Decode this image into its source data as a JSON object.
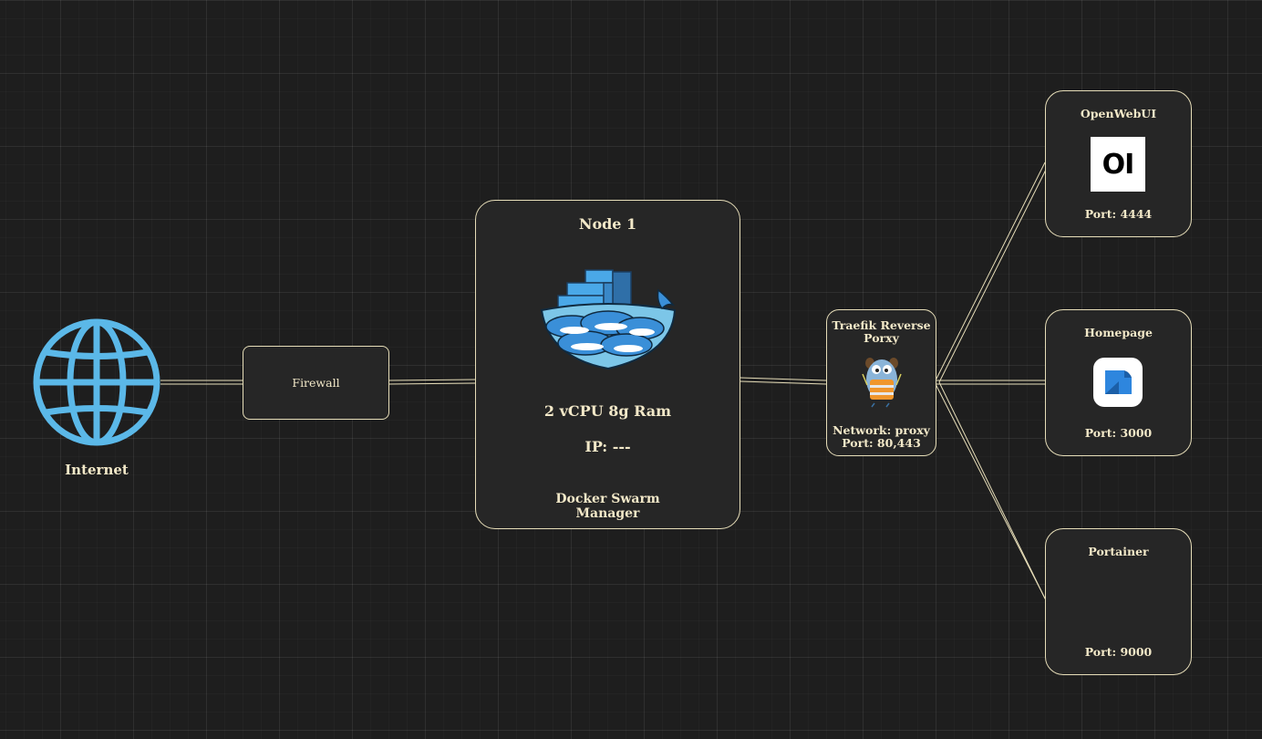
{
  "internet": {
    "label": "Internet"
  },
  "firewall": {
    "label": "Firewall"
  },
  "node1": {
    "title": "Node 1",
    "specs": "2 vCPU 8g Ram",
    "ip": "IP: ---",
    "role_line1": "Docker Swarm",
    "role_line2": "Manager"
  },
  "traefik": {
    "title_line1": "Traefik Reverse",
    "title_line2": "Porxy",
    "network": "Network: proxy",
    "port": "Port: 80,443"
  },
  "services": [
    {
      "name": "OpenWebUI",
      "port": "Port: 4444",
      "logo_text": "OI"
    },
    {
      "name": "Homepage",
      "port": "Port: 3000"
    },
    {
      "name": "Portainer",
      "port": "Port: 9000"
    }
  ],
  "colors": {
    "connector": "#e6ddb8",
    "node_fill": "#262626",
    "globe": "#5bb8e8",
    "docker_blue": "#3a9fe0"
  },
  "icons": [
    "globe-icon",
    "docker-swarm-icon",
    "traefik-gopher-icon",
    "openwebui-logo-icon",
    "homepage-logo-icon"
  ]
}
